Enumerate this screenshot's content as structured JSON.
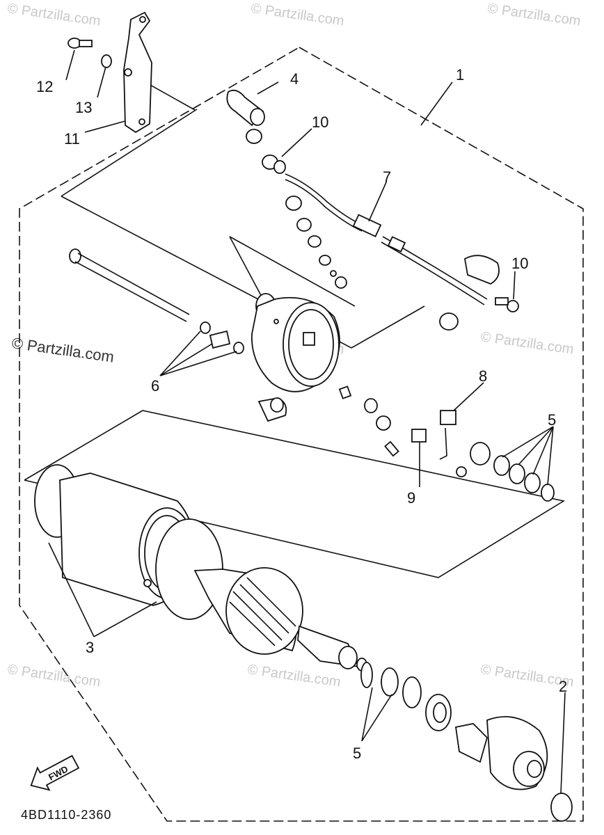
{
  "watermark": {
    "text": "© Partzilla.com",
    "main_text": "© Partzilla.com"
  },
  "diagram": {
    "code": "4BD1110-2360",
    "fwd_label": "FWD",
    "callouts": [
      "1",
      "2",
      "3",
      "4",
      "5",
      "5",
      "6",
      "7",
      "8",
      "9",
      "10",
      "10",
      "11",
      "12",
      "13"
    ]
  }
}
